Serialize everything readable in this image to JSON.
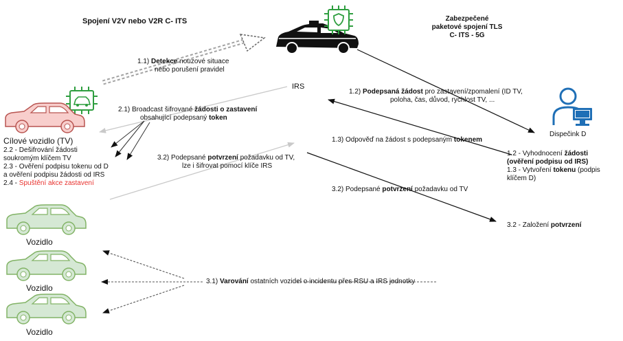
{
  "title": "Spojení V2V nebo V2R C- ITS",
  "tls_title": {
    "line1": "Zabezpečené",
    "line2": "paketové spojení TLS",
    "line3": "C- ITS - 5G"
  },
  "irs_label": "IRS",
  "target_vehicle": {
    "label": "Cílové vozidlo (TV)",
    "steps": [
      {
        "line1": "2.2 - Dešifrování žádosti",
        "line2": "soukromým klíčem TV"
      },
      {
        "line1": "2.3 - Ověření podpisu tokenu od D",
        "line2": "a ověření podpisu žádosti od IRS"
      },
      {
        "prefix": "2.4 - ",
        "highlight": "Spuštění akce zastavení"
      }
    ]
  },
  "other_vehicles": [
    "Vozidlo",
    "Vozidlo",
    "Vozidlo"
  ],
  "dispatcher": {
    "label": "Dispečink D",
    "step_12": {
      "prefix": "1.2 - Vyhodnocení ",
      "bold1": "žádosti",
      "bold2": "(ověření podpisu od IRS)"
    },
    "step_13": {
      "prefix": "1.3 - Vytvoření ",
      "bold": "tokenu",
      "suffix": " (podpis",
      "line2": "klíčem D)"
    }
  },
  "messages": {
    "m11": {
      "prefix": "1.1) ",
      "bold": "Detekce",
      "suffix": " nouzové situace",
      "line2": "nebo porušení pravidel"
    },
    "m12": {
      "prefix": "1.2) ",
      "bold": "Podepsaná žádost",
      "suffix": " pro zastavení/zpomalení (ID TV,",
      "line2": "poloha, čas, důvod, rychlost TV, ..."
    },
    "m21": {
      "prefix": "2.1) Broadcast šifrované ",
      "bold": "žádosti o zastavení",
      "line2_prefix": "obsahující podepsaný ",
      "line2_bold": "token"
    },
    "m13": {
      "prefix": "1.3)  Odpověď na žádost s podepsaným ",
      "bold": "tokenem"
    },
    "m32a": {
      "prefix": "3.2) Podepsané ",
      "bold": "potvrzení",
      "suffix": " požadavku od TV,",
      "line2": "lze i šifrovat pomocí klíče IRS"
    },
    "m32b": {
      "prefix": "3.2) Podepsané ",
      "bold": "potvrzení",
      "suffix": " požadavku od TV"
    },
    "m32c": {
      "prefix": "3.2 - Založení ",
      "bold": "potvrzení"
    },
    "m31": {
      "prefix": "3.1) ",
      "bold": "Varování",
      "suffix": " ostatních vozidel o incidentu přes RSU a IRS jednotky"
    }
  },
  "colors": {
    "target_car_fill": "#f8cecc",
    "target_car_stroke": "#b85450",
    "other_car_fill": "#d5e8d4",
    "other_car_stroke": "#82b366",
    "chip": "#2e9e3f",
    "police_car": "#111111",
    "dispatcher_icon": "#1f6fb6",
    "arrow": "#111111",
    "arrow_light": "#c9c9c9",
    "highlight": "#e8322e"
  },
  "icons": [
    "police-car-icon",
    "chip-shield-icon",
    "chip-car-icon",
    "dispatcher-person-icon",
    "target-car-icon",
    "vehicle-icon"
  ]
}
